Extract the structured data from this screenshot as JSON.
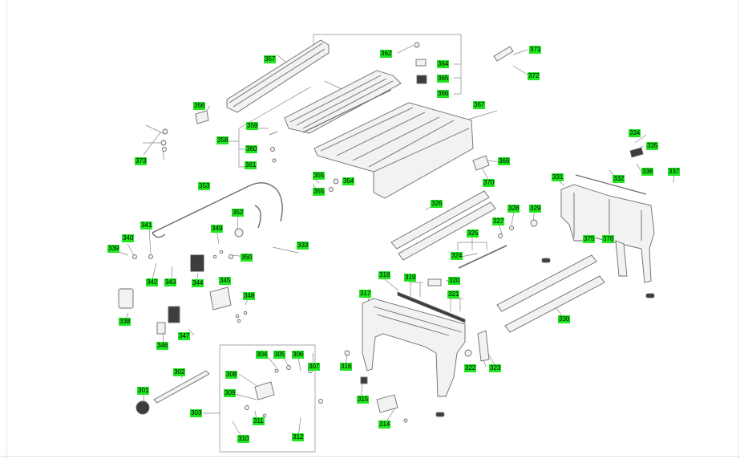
{
  "colors": {
    "label_bg": "#1fe61f",
    "line": "#888888",
    "part_stroke": "#6a6a6a",
    "part_fill": "#f2f2f2",
    "part_dark": "#3d3d3d"
  },
  "labels": [
    "301",
    "302",
    "303",
    "304",
    "305",
    "306",
    "307",
    "308",
    "309",
    "310",
    "311",
    "312",
    "314",
    "315",
    "316",
    "317",
    "318",
    "319",
    "320",
    "321",
    "322",
    "323",
    "324",
    "325",
    "326",
    "327",
    "328",
    "329",
    "330",
    "331",
    "332",
    "333",
    "334",
    "335",
    "336",
    "337",
    "338",
    "339",
    "340",
    "341",
    "342",
    "343",
    "344",
    "345",
    "346",
    "347",
    "348",
    "349",
    "350",
    "352",
    "353",
    "354",
    "355",
    "355",
    "356",
    "357",
    "358",
    "359",
    "360",
    "361",
    "362",
    "364",
    "365",
    "366",
    "367",
    "369",
    "370",
    "371",
    "372",
    "373",
    "375",
    "376"
  ]
}
